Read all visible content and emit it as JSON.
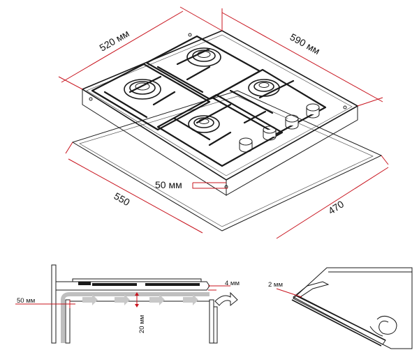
{
  "top_view": {
    "width_label": "520 мм",
    "depth_label": "590 мм",
    "cutout_width_label": "550",
    "cutout_depth_label": "470",
    "clearance_label": "50 мм"
  },
  "section_view": {
    "side_gap_label": "50 мм",
    "top_gap_label": "4 мм",
    "bottom_gap_label": "20 мм"
  },
  "seal_detail": {
    "seal_label": "2 мм"
  },
  "colors": {
    "dimension_line": "#c8141e",
    "outline": "#1a1a1a"
  }
}
